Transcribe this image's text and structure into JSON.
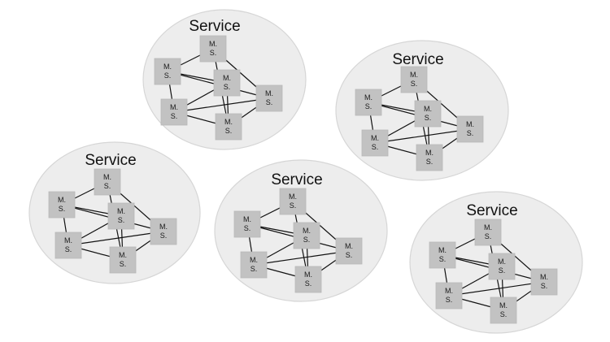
{
  "diagram": {
    "services": [
      {
        "title": "Service",
        "nodes": [
          {
            "line1": "M.",
            "line2": "S."
          },
          {
            "line1": "M.",
            "line2": "S."
          },
          {
            "line1": "M.",
            "line2": "S."
          },
          {
            "line1": "M.",
            "line2": "S."
          },
          {
            "line1": "M.",
            "line2": "S."
          },
          {
            "line1": "M.",
            "line2": "S."
          }
        ]
      },
      {
        "title": "Service",
        "nodes": [
          {
            "line1": "M.",
            "line2": "S."
          },
          {
            "line1": "M.",
            "line2": "S."
          },
          {
            "line1": "M.",
            "line2": "S."
          },
          {
            "line1": "M.",
            "line2": "S."
          },
          {
            "line1": "M.",
            "line2": "S."
          },
          {
            "line1": "M.",
            "line2": "S."
          }
        ]
      },
      {
        "title": "Service",
        "nodes": [
          {
            "line1": "M.",
            "line2": "S."
          },
          {
            "line1": "M.",
            "line2": "S."
          },
          {
            "line1": "M.",
            "line2": "S."
          },
          {
            "line1": "M.",
            "line2": "S."
          },
          {
            "line1": "M.",
            "line2": "S."
          },
          {
            "line1": "M.",
            "line2": "S."
          }
        ]
      },
      {
        "title": "Service",
        "nodes": [
          {
            "line1": "M.",
            "line2": "S."
          },
          {
            "line1": "M.",
            "line2": "S."
          },
          {
            "line1": "M.",
            "line2": "S."
          },
          {
            "line1": "M.",
            "line2": "S."
          },
          {
            "line1": "M.",
            "line2": "S."
          },
          {
            "line1": "M.",
            "line2": "S."
          }
        ]
      },
      {
        "title": "Service",
        "nodes": [
          {
            "line1": "M.",
            "line2": "S."
          },
          {
            "line1": "M.",
            "line2": "S."
          },
          {
            "line1": "M.",
            "line2": "S."
          },
          {
            "line1": "M.",
            "line2": "S."
          },
          {
            "line1": "M.",
            "line2": "S."
          },
          {
            "line1": "M.",
            "line2": "S."
          }
        ]
      }
    ]
  }
}
